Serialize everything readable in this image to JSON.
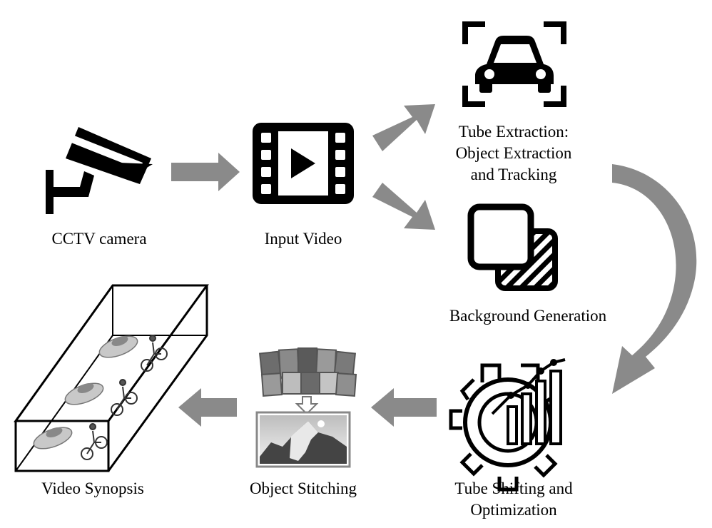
{
  "nodes": {
    "cctv_camera": {
      "label": "CCTV camera",
      "icon": "cctv-camera-icon"
    },
    "input_video": {
      "label": "Input Video",
      "icon": "video-film-icon"
    },
    "tube_extraction": {
      "label_lines": [
        "Tube Extraction:",
        "Object Extraction",
        "and Tracking"
      ],
      "icon": "car-detection-icon"
    },
    "background_generation": {
      "label": "Background Generation",
      "icon": "background-layers-icon"
    },
    "tube_shifting": {
      "label_lines": [
        "Tube Shifting and",
        "Optimization"
      ],
      "icon": "gear-chart-icon"
    },
    "object_stitching": {
      "label": "Object Stitching",
      "icon": "photo-stitching-icon"
    },
    "video_synopsis": {
      "label": "Video Synopsis",
      "icon": "video-volume-icon"
    }
  },
  "colors": {
    "arrow": "#8a8a8a",
    "icon": "#000000",
    "text": "#000000",
    "background": "#ffffff"
  }
}
